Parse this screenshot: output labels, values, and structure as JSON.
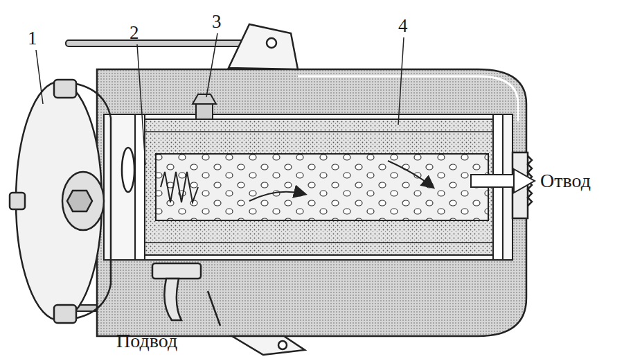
{
  "diagram": {
    "labels": [
      "1",
      "2",
      "3",
      "4",
      "Отвод",
      "Подвод"
    ]
  }
}
